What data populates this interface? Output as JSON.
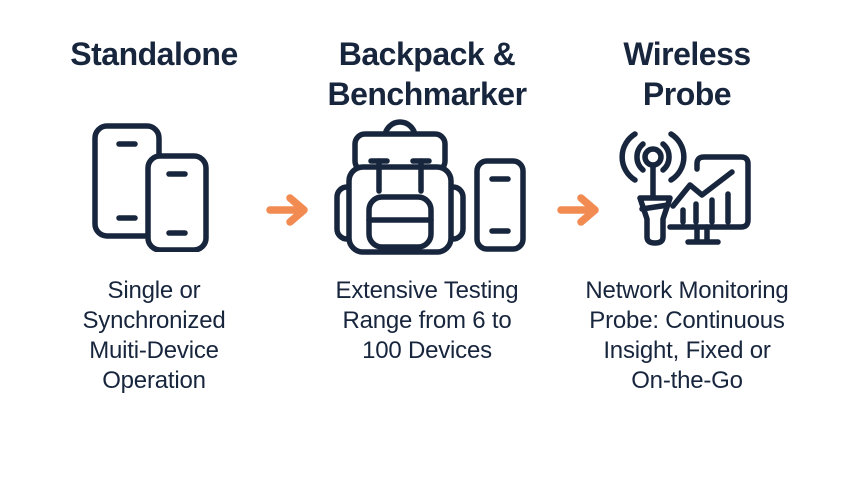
{
  "page": {
    "background": "#FFFFFF"
  },
  "colors": {
    "heading": "#17253D",
    "body_text": "#17253D",
    "icon_stroke": "#17253D",
    "arrow": "#F28B51"
  },
  "columns": [
    {
      "title": "Standalone",
      "icon": "phones-icon",
      "description": "Single or\nSynchronized\nMuiti-Device\nOperation"
    },
    {
      "title": "Backpack &\nBenchmarker",
      "icon": "backpack-and-phone-icon",
      "description": "Extensive Testing\nRange from 6 to\n100 Devices"
    },
    {
      "title": "Wireless\nProbe",
      "icon": "wireless-probe-monitor-icon",
      "description": "Network Monitoring\nProbe: Continuous\nInsight, Fixed or\nOn-the-Go"
    }
  ]
}
